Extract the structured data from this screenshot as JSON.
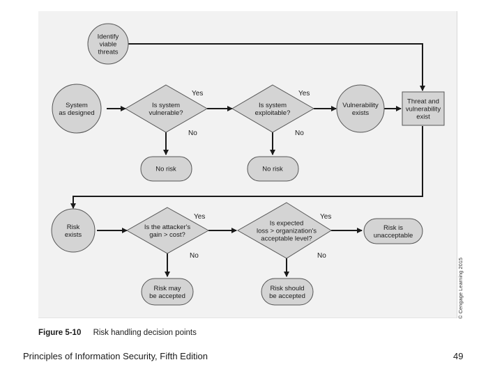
{
  "diagram": {
    "nodes": {
      "identify": [
        "Identify",
        "viable",
        "threats"
      ],
      "system": [
        "System",
        "as designed"
      ],
      "vulnerable": [
        "Is system",
        "vulnerable?"
      ],
      "exploitable": [
        "Is system",
        "exploitable?"
      ],
      "vuln_exists": [
        "Vulnerability",
        "exists"
      ],
      "threat_vuln": [
        "Threat and",
        "vulnerability",
        "exist"
      ],
      "no_risk_1": [
        "No risk"
      ],
      "no_risk_2": [
        "No risk"
      ],
      "risk_exists": [
        "Risk",
        "exists"
      ],
      "attacker_gain": [
        "Is the attacker's",
        "gain > cost?"
      ],
      "expected_loss": [
        "Is expected",
        "loss > organization's",
        "acceptable level?"
      ],
      "unacceptable": [
        "Risk is",
        "unacceptable"
      ],
      "may_accept": [
        "Risk may",
        "be accepted"
      ],
      "should_accept": [
        "Risk should",
        "be accepted"
      ]
    },
    "yes_label": "Yes",
    "no_label": "No"
  },
  "copyright": "© Cengage Learning 2015",
  "caption": {
    "figure_number": "Figure 5-10",
    "title": "Risk handling decision points"
  },
  "footer": {
    "book_title": "Principles of Information Security, Fifth Edition",
    "page_number": "49"
  },
  "colors": {
    "node_fill": "#d4d4d4",
    "node_stroke": "#555555",
    "arrow": "#1a1a1a",
    "figure_background": "#f2f2f2"
  }
}
